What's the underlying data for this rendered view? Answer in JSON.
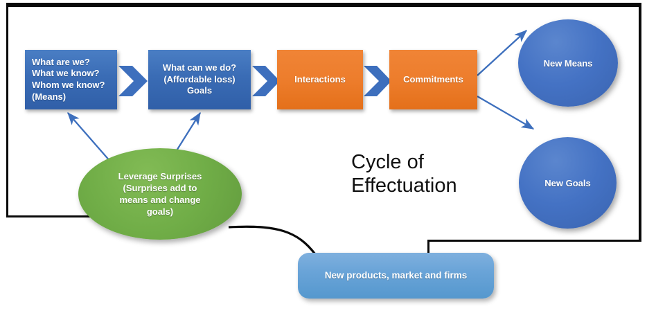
{
  "diagram": {
    "title": "Cycle of Effectuation",
    "caption_lines": "Cycle of\nEffectuation",
    "colors": {
      "blue_box": "#3a6cb5",
      "orange_box": "#ed7d2c",
      "circle_blue": "#4472c4",
      "ellipse_green": "#70ad47",
      "rounded_blue": "#6aa4d8",
      "arrow_blue": "#4472c4",
      "frame_black": "#0a0a0a"
    },
    "process_steps": [
      {
        "id": "means",
        "label": "What are we?\nWhat we know?\nWhom we know? (Means)",
        "type": "blue-box",
        "align": "left"
      },
      {
        "id": "goals",
        "label": "What can we do?\n(Affordable loss)\nGoals",
        "type": "blue-box",
        "align": "center"
      },
      {
        "id": "interactions",
        "label": "Interactions",
        "type": "orange-box",
        "align": "center"
      },
      {
        "id": "commitments",
        "label": "Commitments",
        "type": "orange-box",
        "align": "center"
      }
    ],
    "outcomes": [
      {
        "id": "new-means",
        "label": "New Means"
      },
      {
        "id": "new-goals",
        "label": "New Goals"
      }
    ],
    "feedback": {
      "id": "leverage-surprises",
      "label": "Leverage Surprises (Surprises add to means and change goals)",
      "line1": "Leverage Surprises",
      "line2": "(Surprises add to",
      "line3": "means and change",
      "line4": "goals)"
    },
    "result": {
      "id": "new-products",
      "label": "New products, market and firms"
    },
    "connectors": [
      {
        "from": "means",
        "to": "goals",
        "style": "chevron"
      },
      {
        "from": "goals",
        "to": "interactions",
        "style": "chevron"
      },
      {
        "from": "interactions",
        "to": "commitments",
        "style": "chevron"
      },
      {
        "from": "commitments",
        "to": "new-means",
        "style": "arrow"
      },
      {
        "from": "commitments",
        "to": "new-goals",
        "style": "arrow"
      },
      {
        "from": "leverage-surprises",
        "to": "means",
        "style": "arrow"
      },
      {
        "from": "leverage-surprises",
        "to": "goals",
        "style": "arrow"
      },
      {
        "from": "leverage-surprises",
        "to": "new-products",
        "style": "curve-black"
      }
    ]
  }
}
